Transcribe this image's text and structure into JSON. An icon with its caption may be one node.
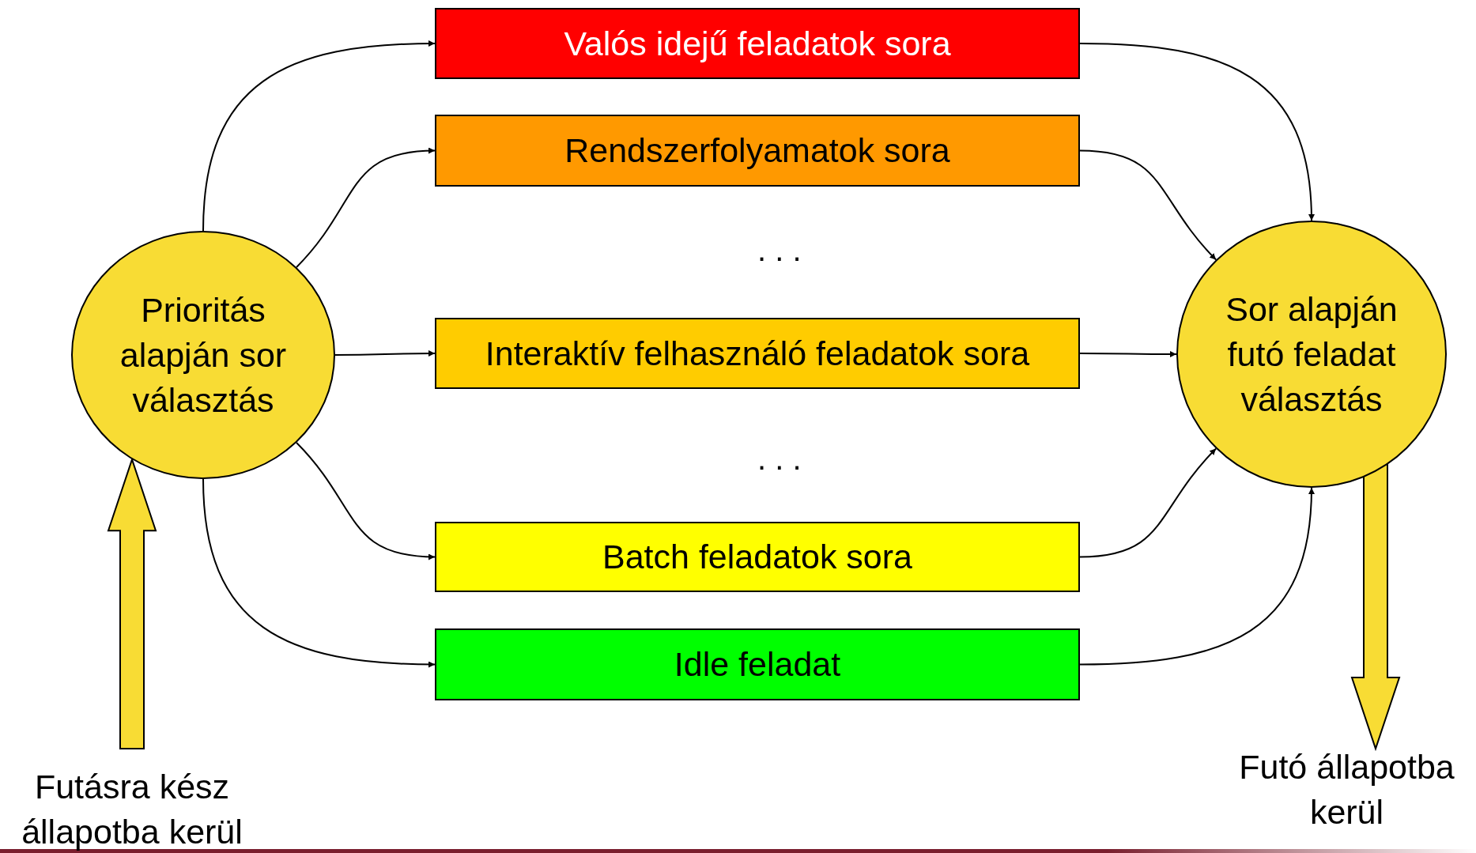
{
  "diagram": {
    "nodes": [
      {
        "text": [
          "Prioritás alapján sor választás"
        ]
      },
      {
        "text": [
          "Valós idejű feladatok sora"
        ]
      },
      {
        "text": [
          "Rendszerfolyamatok sora"
        ]
      },
      {
        "text": [
          "Interaktív felhasználó feladatok sora"
        ]
      },
      {
        "text": [
          "Batch feladatok sora"
        ]
      },
      {
        "text": [
          "Idle feladat"
        ]
      },
      {
        "text": [
          "Sor alapján futó feladat választás"
        ]
      },
      {
        "text": [
          "Futásra kész állapotba kerül"
        ]
      },
      {
        "text": [
          "Futó állapotba kerül"
        ]
      }
    ],
    "edges": [
      {
        "from": 0,
        "to": 1,
        "arrow": "to"
      },
      {
        "from": 0,
        "to": 2,
        "arrow": "to"
      },
      {
        "from": 0,
        "to": 3,
        "arrow": "to"
      },
      {
        "from": 0,
        "to": 4,
        "arrow": "to"
      },
      {
        "from": 0,
        "to": 5,
        "arrow": "to"
      },
      {
        "from": 1,
        "to": 6,
        "arrow": "to"
      },
      {
        "from": 2,
        "to": 6,
        "arrow": "to"
      },
      {
        "from": 3,
        "to": 6,
        "arrow": "to"
      },
      {
        "from": 4,
        "to": 6,
        "arrow": "to"
      },
      {
        "from": 5,
        "to": 6,
        "arrow": "to"
      },
      {
        "from": 7,
        "to": 0,
        "arrow": "to",
        "style": "thick"
      },
      {
        "from": 6,
        "to": 8,
        "arrow": "to",
        "style": "thick"
      }
    ],
    "labels": [
      ". . .",
      ". . ."
    ]
  }
}
